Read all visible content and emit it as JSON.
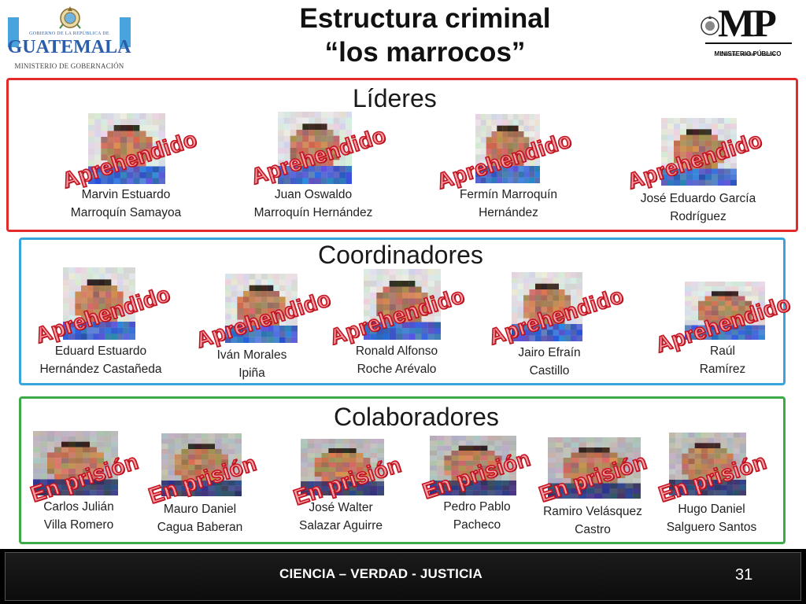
{
  "header": {
    "title_line1": "Estructura criminal",
    "title_line2": "“los marrocos”",
    "left_logo": {
      "small_text": "GOBIERNO DE LA REPÚBLICA DE",
      "big_text": "GUATEMALA",
      "sub_text": "MINISTERIO DE GOBERNACIÓN",
      "icon": "coat-of-arms-icon"
    },
    "right_logo": {
      "big_text": "MP",
      "name_text": "MINISTERIO PÚBLICO",
      "motto_text": "Ciencia · Verdad · Justicia",
      "icon": "seal-icon"
    }
  },
  "groups": {
    "lideres": {
      "title": "Líderes",
      "border_color": "#e32b2b",
      "members": [
        {
          "name1": "Marvin Estuardo",
          "name2": "Marroquín Samayoa",
          "status": "Aprehendido"
        },
        {
          "name1": "Juan Oswaldo",
          "name2": "Marroquín Hernández",
          "status": "Aprehendido"
        },
        {
          "name1": "Fermín Marroquín",
          "name2": "Hernández",
          "status": "Aprehendido"
        },
        {
          "name1": "José Eduardo García",
          "name2": "Rodríguez",
          "status": "Aprehendido"
        }
      ]
    },
    "coordinadores": {
      "title": "Coordinadores",
      "border_color": "#38a6dc",
      "members": [
        {
          "name1": "Eduard Estuardo",
          "name2": "Hernández Castañeda",
          "status": "Aprehendido"
        },
        {
          "name1": "Iván Morales",
          "name2": "Ipiña",
          "status": "Aprehendido"
        },
        {
          "name1": "Ronald Alfonso",
          "name2": "Roche Arévalo",
          "status": "Aprehendido"
        },
        {
          "name1": "Jairo Efraín",
          "name2": "Castillo",
          "status": "Aprehendido"
        },
        {
          "name1": "Raúl",
          "name2": "Ramírez",
          "status": "Aprehendido"
        }
      ]
    },
    "colaboradores": {
      "title": "Colaboradores",
      "border_color": "#3daa4a",
      "members": [
        {
          "name1": "Carlos Julián",
          "name2": "Villa Romero",
          "status": "En prisión"
        },
        {
          "name1": "Mauro Daniel",
          "name2": "Cagua Baberan",
          "status": "En prisión"
        },
        {
          "name1": "José Walter",
          "name2": "Salazar Aguirre",
          "status": "En prisión"
        },
        {
          "name1": "Pedro Pablo",
          "name2": "Pacheco",
          "status": "En prisión"
        },
        {
          "name1": "Ramiro Velásquez",
          "name2": "Castro",
          "status": "En prisión"
        },
        {
          "name1": "Hugo Daniel",
          "name2": "Salguero Santos",
          "status": "En prisión"
        }
      ]
    }
  },
  "colors": {
    "stamp_fill": "#f2a0a8",
    "stamp_stroke": "#c51420",
    "footer_bg": "#000000"
  },
  "footer": {
    "motto": "CIENCIA – VERDAD - JUSTICIA",
    "page_number": "31"
  }
}
